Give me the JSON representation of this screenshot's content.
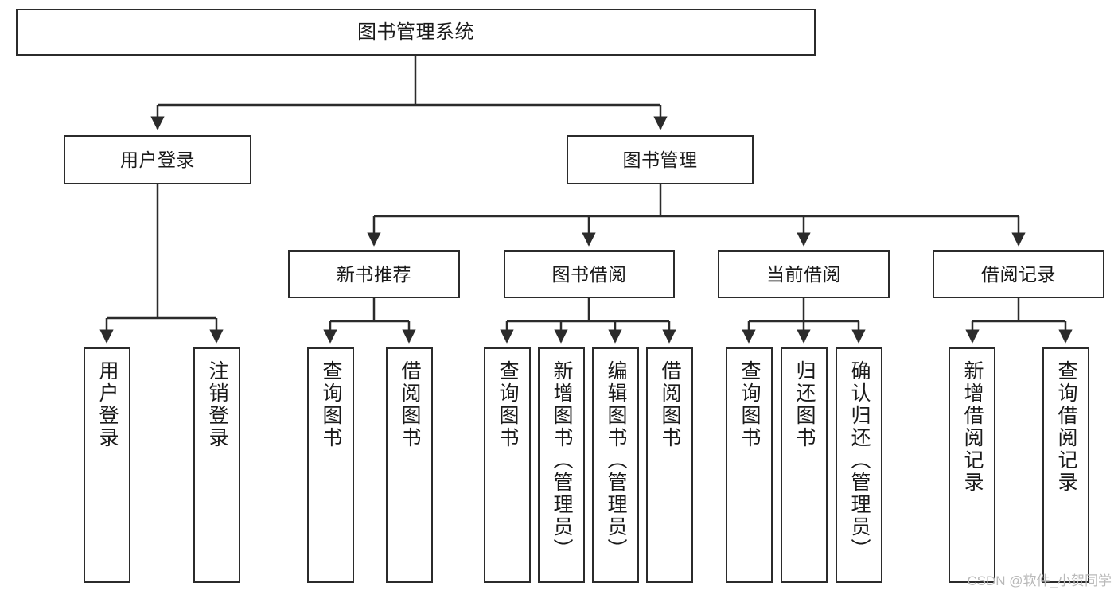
{
  "diagram": {
    "title": "图书管理系统",
    "type": "tree-hierarchy",
    "stroke_color": "#2b2b2b",
    "background_color": "#ffffff",
    "text_color": "#1a1a1a"
  },
  "nodes": {
    "root": {
      "label": "图书管理系统"
    },
    "level2": [
      {
        "label": "用户登录"
      },
      {
        "label": "图书管理"
      }
    ],
    "level3": [
      {
        "label": "新书推荐"
      },
      {
        "label": "图书借阅"
      },
      {
        "label": "当前借阅"
      },
      {
        "label": "借阅记录"
      }
    ],
    "leaves": [
      {
        "label": "用户登录"
      },
      {
        "label": "注销登录"
      },
      {
        "label": "查询图书"
      },
      {
        "label": "借阅图书"
      },
      {
        "label": "查询图书"
      },
      {
        "label": "新增图书（管理员）"
      },
      {
        "label": "编辑图书（管理员）"
      },
      {
        "label": "借阅图书"
      },
      {
        "label": "查询图书"
      },
      {
        "label": "归还图书"
      },
      {
        "label": "确认归还（管理员）"
      },
      {
        "label": "新增借阅记录"
      },
      {
        "label": "查询借阅记录"
      }
    ]
  },
  "watermark": {
    "text": "CSDN @软件_小贺同学"
  }
}
